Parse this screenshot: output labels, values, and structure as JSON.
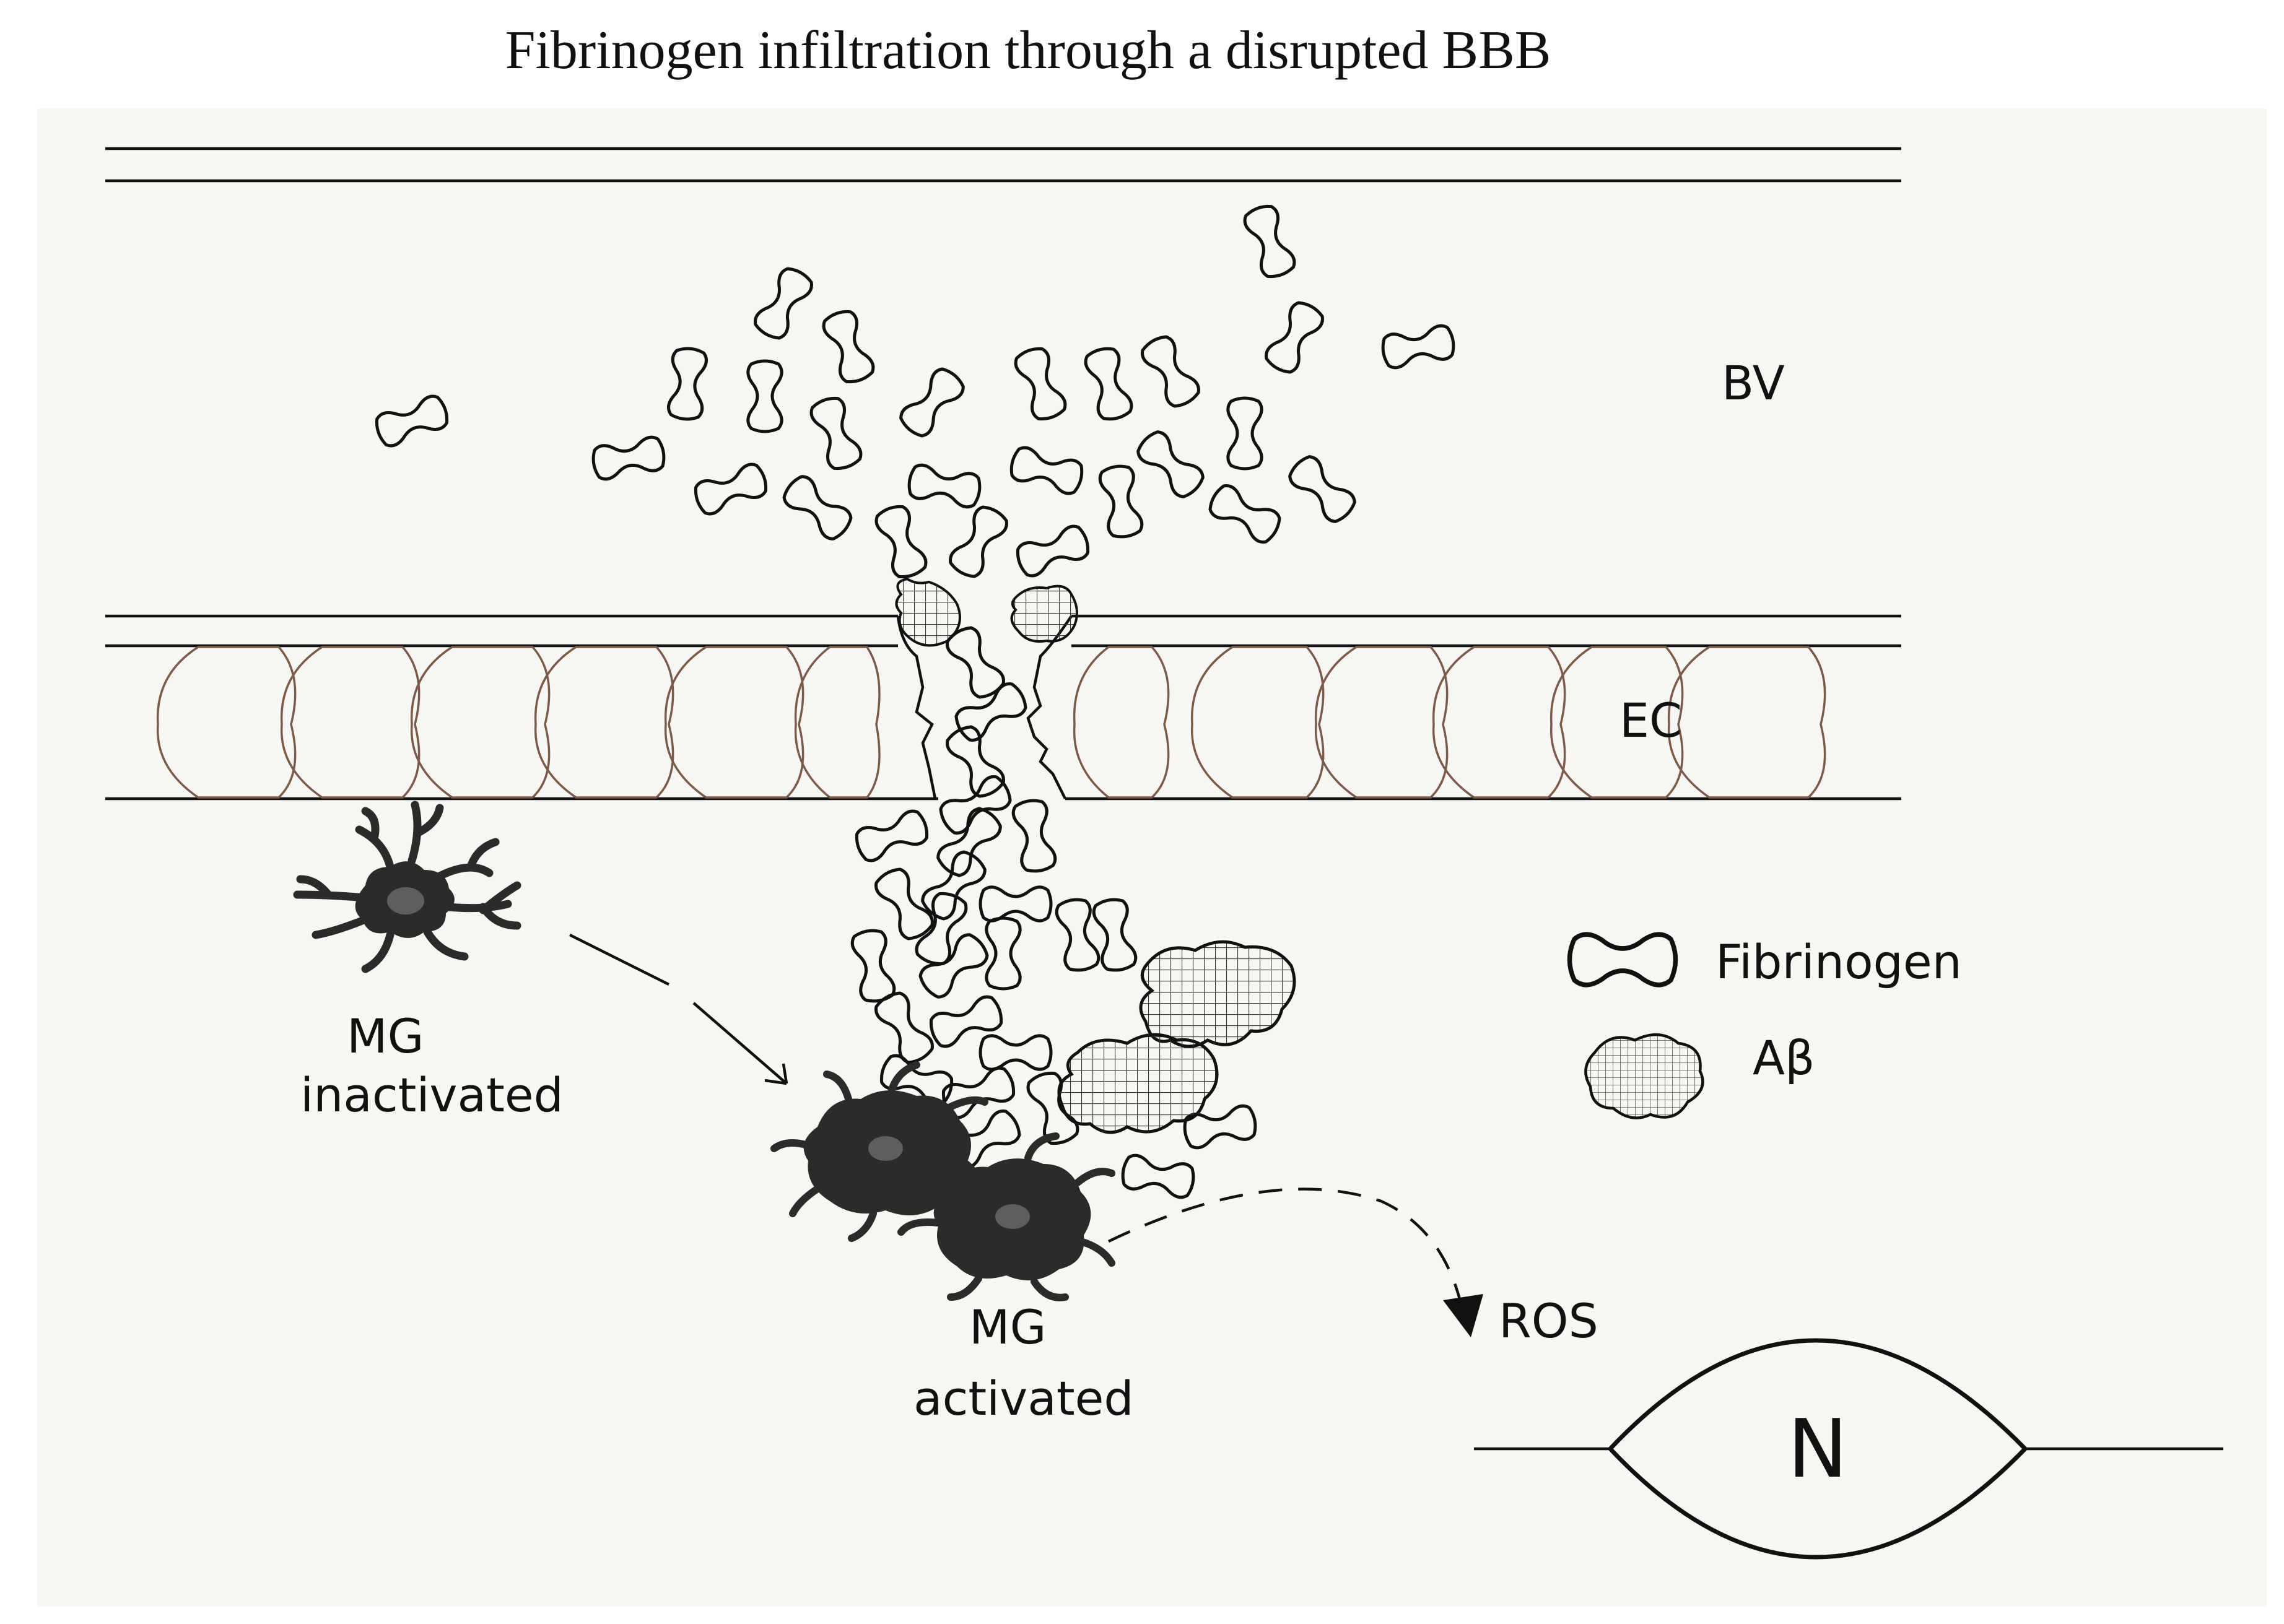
{
  "title": "Fibrinogen infiltration through a disrupted BBB",
  "labels": {
    "bv": "BV",
    "ec": "EC",
    "mg_inactivated_line1": "MG",
    "mg_inactivated_line2": "inactivated",
    "mg_activated_line1": "MG",
    "mg_activated_line2": "activated",
    "ros": "ROS",
    "neuron": "N"
  },
  "legend": {
    "fibrinogen": "Fibrinogen",
    "abeta": "Aβ"
  },
  "colors": {
    "panel_background": "#f7f6f3",
    "microglia": "#2b2b2b",
    "microglia_nucleus": "#5e5e5e",
    "endothelial_cell_outline": "#7a5a4a"
  }
}
